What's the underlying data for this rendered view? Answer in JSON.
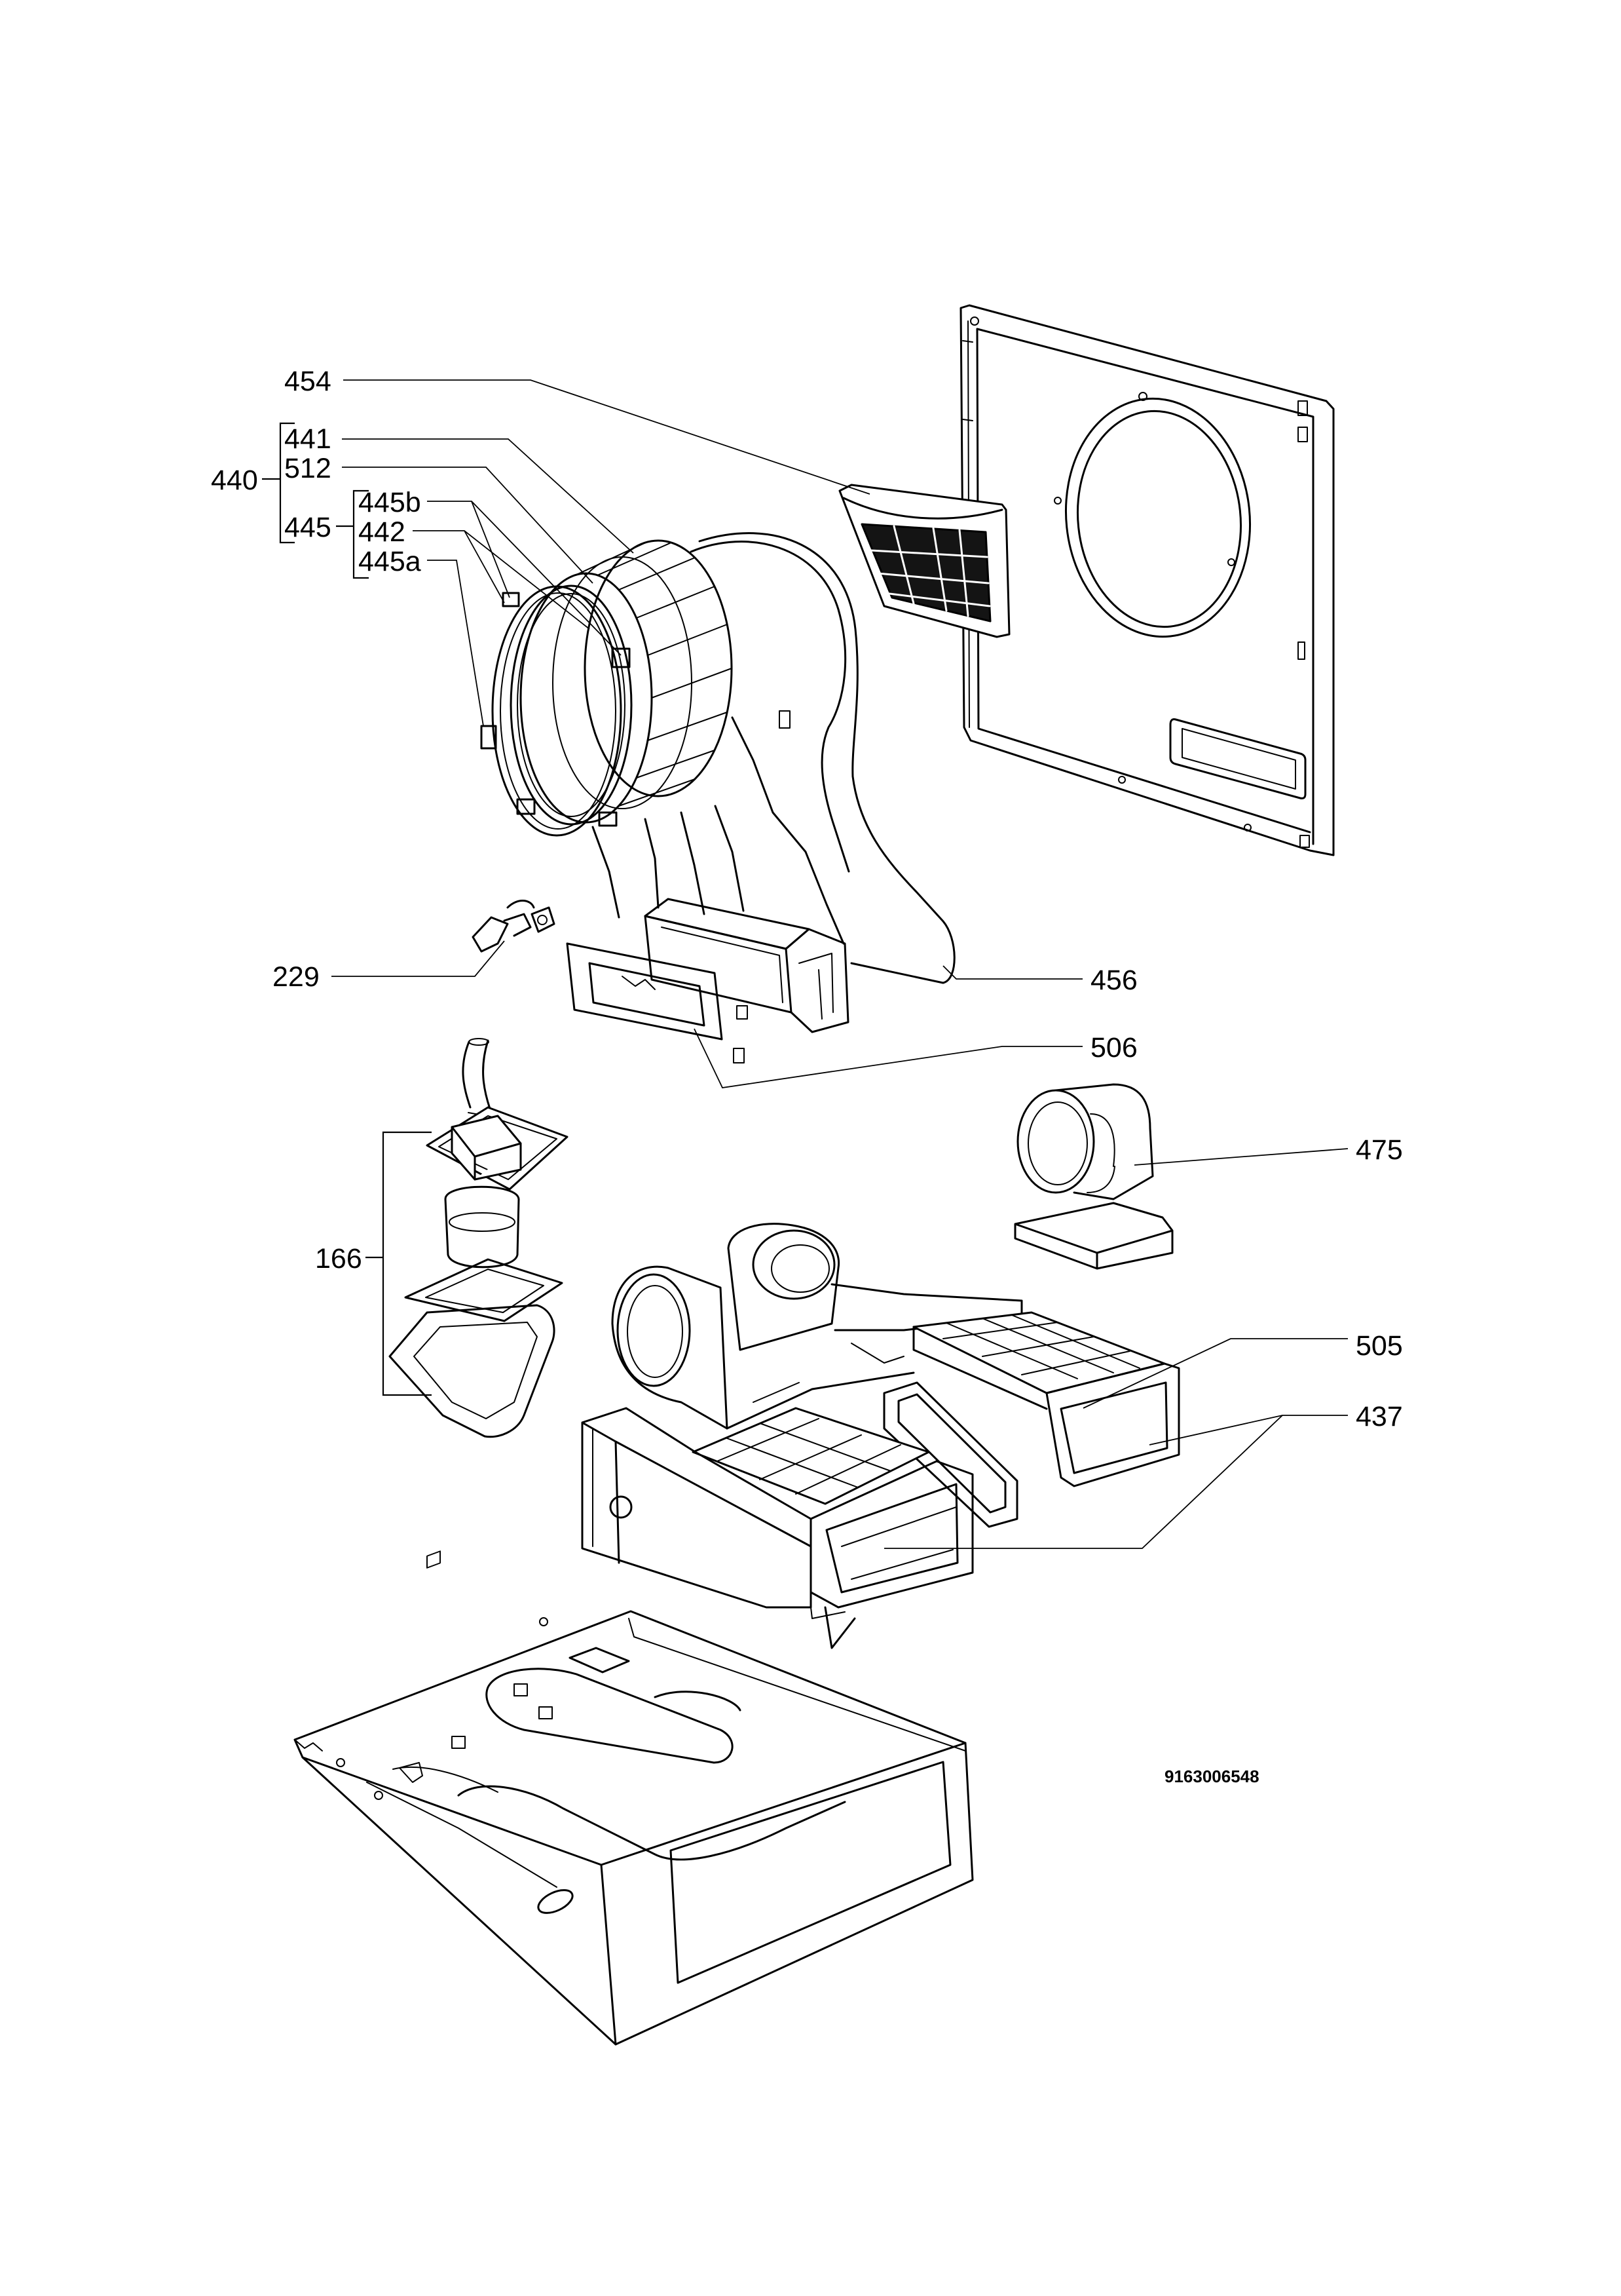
{
  "callouts": {
    "p454": "454",
    "p441": "441",
    "p512": "512",
    "p440": "440",
    "p445b": "445b",
    "p445": "445",
    "p442": "442",
    "p445a": "445a",
    "p229": "229",
    "p456": "456",
    "p506": "506",
    "p475": "475",
    "p166": "166",
    "p505": "505",
    "p437": "437"
  },
  "drawing_number": "9163006548"
}
